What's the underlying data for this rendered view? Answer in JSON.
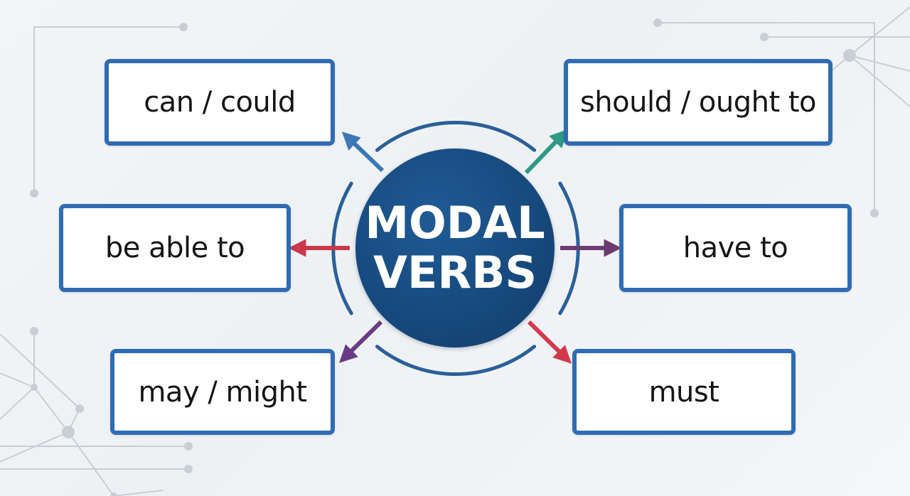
{
  "center": {
    "line1": "MODAL",
    "line2": "VERBS"
  },
  "nodes": [
    {
      "id": "can-could",
      "label": "can / could",
      "arrow_color": "#3a78b8"
    },
    {
      "id": "should-ought-to",
      "label": "should / ought to",
      "arrow_color": "#2e9a85"
    },
    {
      "id": "be-able-to",
      "label": "be able to",
      "arrow_color": "#c9394a"
    },
    {
      "id": "have-to",
      "label": "have to",
      "arrow_color": "#6d3b72"
    },
    {
      "id": "may-might",
      "label": "may / might",
      "arrow_color": "#6a3a86"
    },
    {
      "id": "must",
      "label": "must",
      "arrow_color": "#d23a4c"
    }
  ],
  "colors": {
    "box_border": "#2f6cb3",
    "center_fill": "#174a7f",
    "ring": "#2a5f99",
    "decor_lines": "#c7ccd2"
  }
}
